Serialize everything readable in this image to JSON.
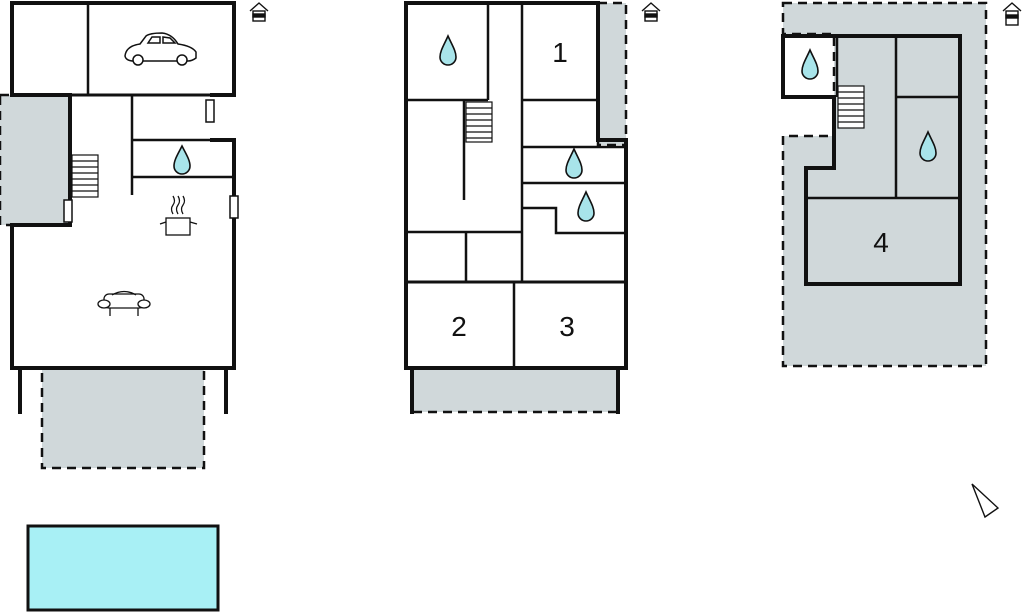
{
  "floors": [
    {
      "name": "ground-floor",
      "room_numbers": []
    },
    {
      "name": "first-floor",
      "room_numbers": [
        "1",
        "2",
        "3"
      ]
    },
    {
      "name": "second-floor",
      "room_numbers": [
        "4"
      ]
    }
  ],
  "icons": {
    "bathroom": "water-drop-icon",
    "garage": "car-icon",
    "kitchen": "cooking-pot-icon",
    "living": "sofa-icon",
    "floor_marker": "house-floor-icon",
    "north": "north-arrow-icon"
  },
  "colors": {
    "wall": "#111111",
    "terrace": "#d0d8da",
    "pool": "#a8f0f5",
    "water_drop": "#a8e4ea"
  }
}
